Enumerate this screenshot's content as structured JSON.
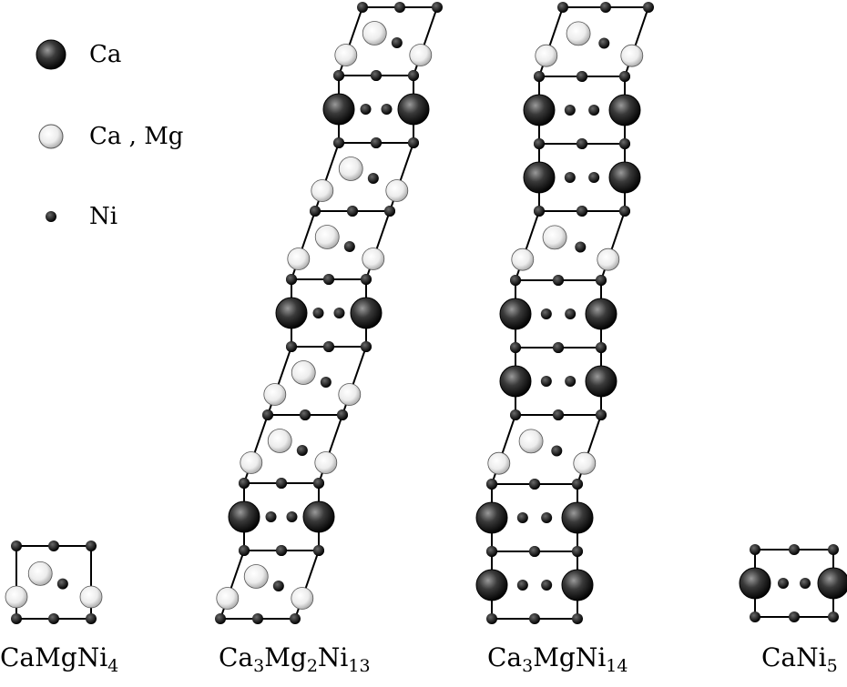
{
  "legend": [
    {
      "key": "ca",
      "label": "Ca"
    },
    {
      "key": "camg",
      "label": "Ca , Mg"
    },
    {
      "key": "ni",
      "label": "Ni"
    }
  ],
  "structures": [
    {
      "id": "camgni4",
      "parts": [
        {
          "t": "CaMgNi"
        },
        {
          "t": "4",
          "sub": true
        }
      ],
      "stack": [
        "L"
      ]
    },
    {
      "id": "ca3mg2ni13",
      "parts": [
        {
          "t": "Ca"
        },
        {
          "t": "3",
          "sub": true
        },
        {
          "t": "Mg"
        },
        {
          "t": "2",
          "sub": true
        },
        {
          "t": "Ni"
        },
        {
          "t": "13",
          "sub": true
        }
      ],
      "stack": [
        "L",
        "C",
        "L",
        "L",
        "C",
        "L",
        "L",
        "C",
        "L"
      ]
    },
    {
      "id": "ca3mgni14",
      "parts": [
        {
          "t": "Ca"
        },
        {
          "t": "3",
          "sub": true
        },
        {
          "t": "MgNi"
        },
        {
          "t": "14",
          "sub": true
        }
      ],
      "stack": [
        "C",
        "C",
        "L",
        "C",
        "C",
        "L",
        "C",
        "C",
        "L"
      ]
    },
    {
      "id": "cani5",
      "parts": [
        {
          "t": "CaNi"
        },
        {
          "t": "5",
          "sub": true
        }
      ],
      "stack": [
        "C"
      ]
    }
  ],
  "colors": {
    "ca_dark": "#3a3a3a",
    "light": "#f0f0f0",
    "ni": "#111111",
    "line": "#000000"
  }
}
